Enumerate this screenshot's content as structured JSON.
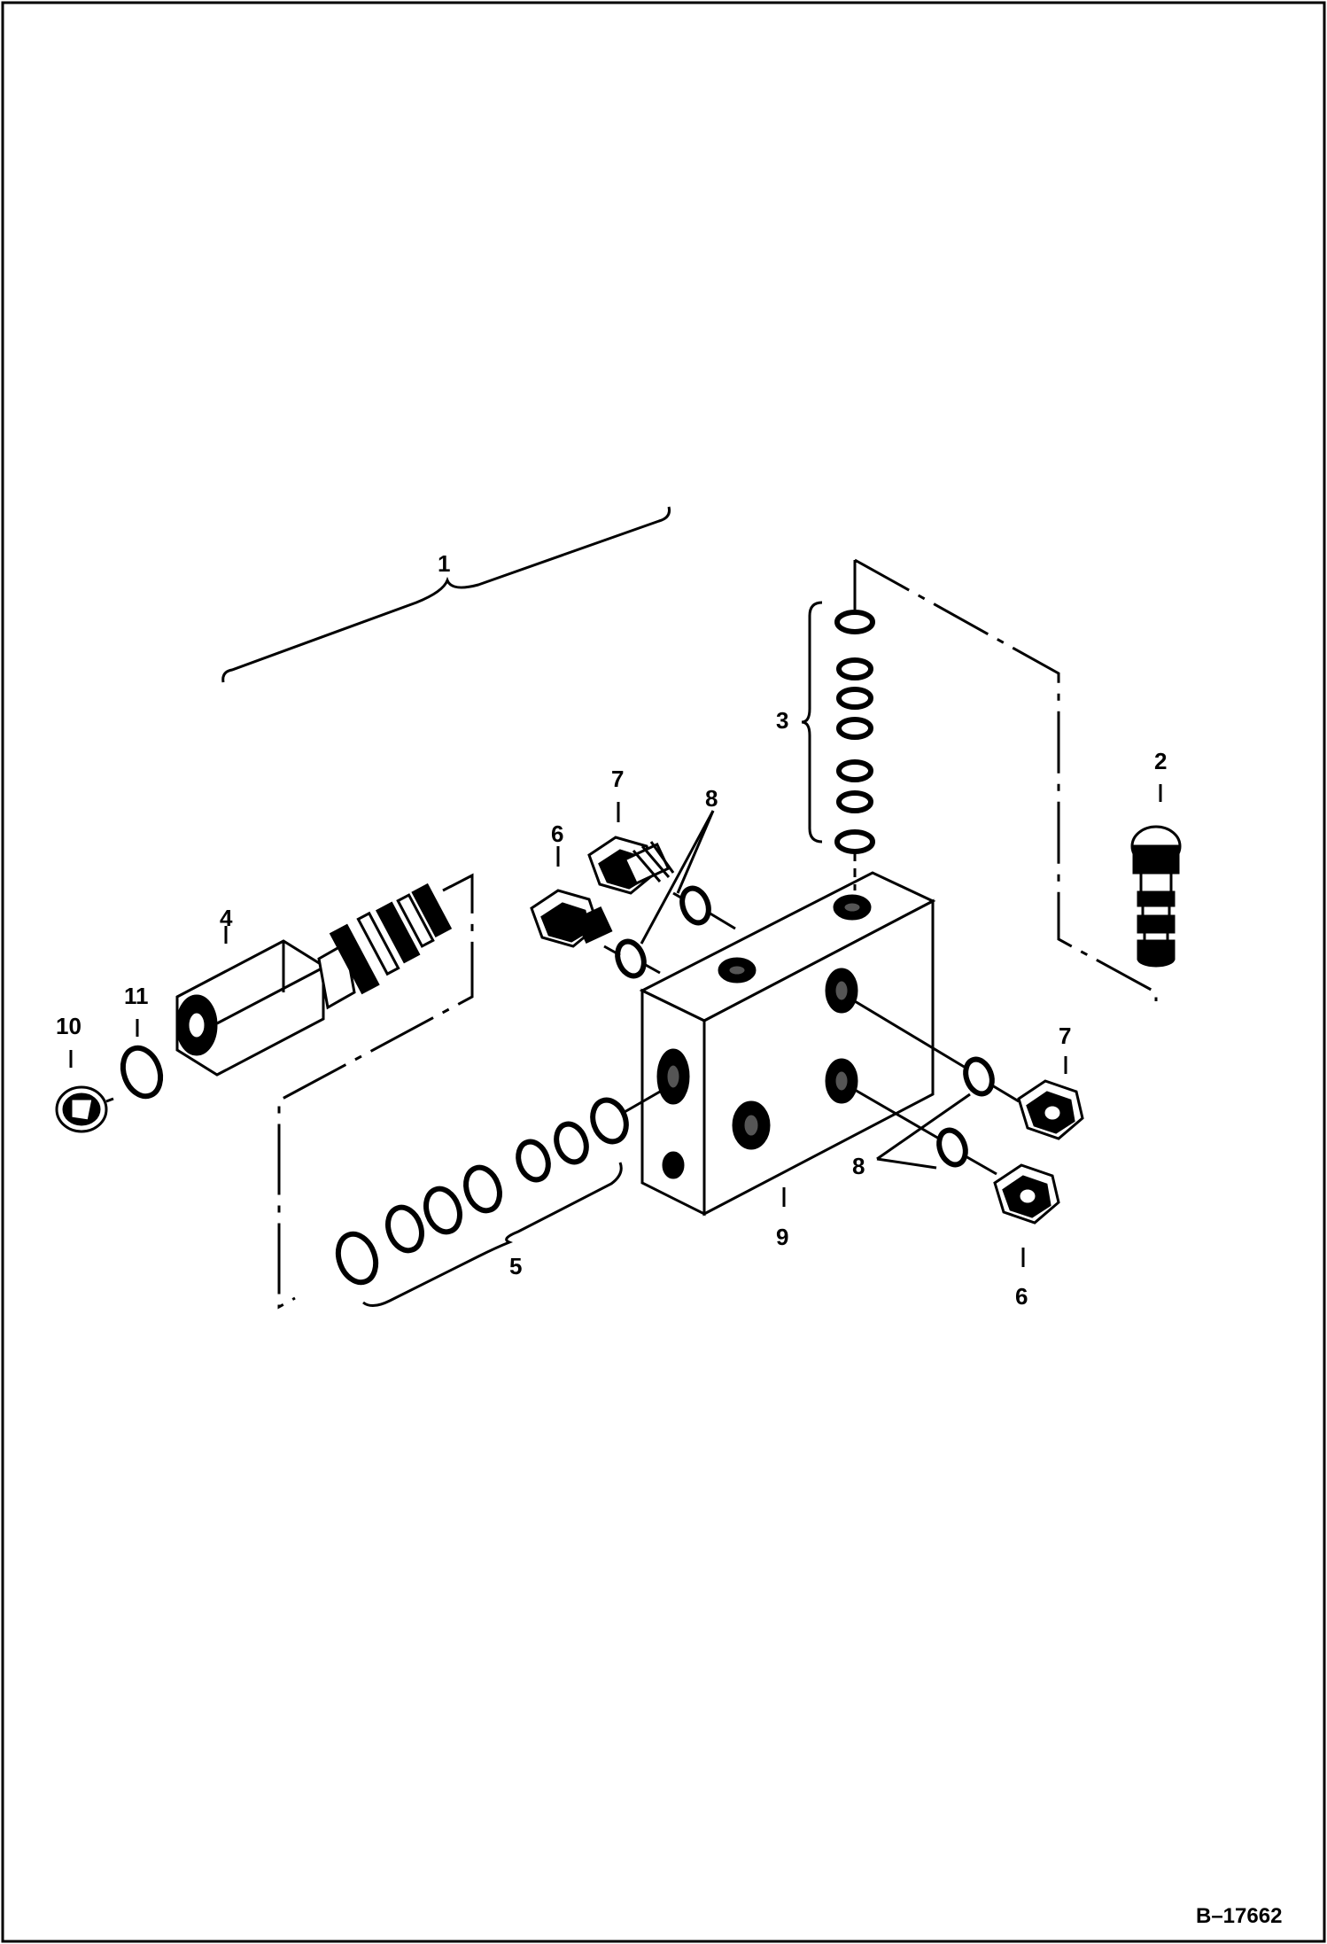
{
  "drawing": {
    "figure_code": "B–17662"
  },
  "callouts": {
    "c1": "1",
    "c2": "2",
    "c3": "3",
    "c4": "4",
    "c5": "5",
    "c6a": "6",
    "c6b": "6",
    "c7a": "7",
    "c7b": "7",
    "c8a": "8",
    "c8b": "8",
    "c9": "9",
    "c10": "10",
    "c11": "11"
  }
}
